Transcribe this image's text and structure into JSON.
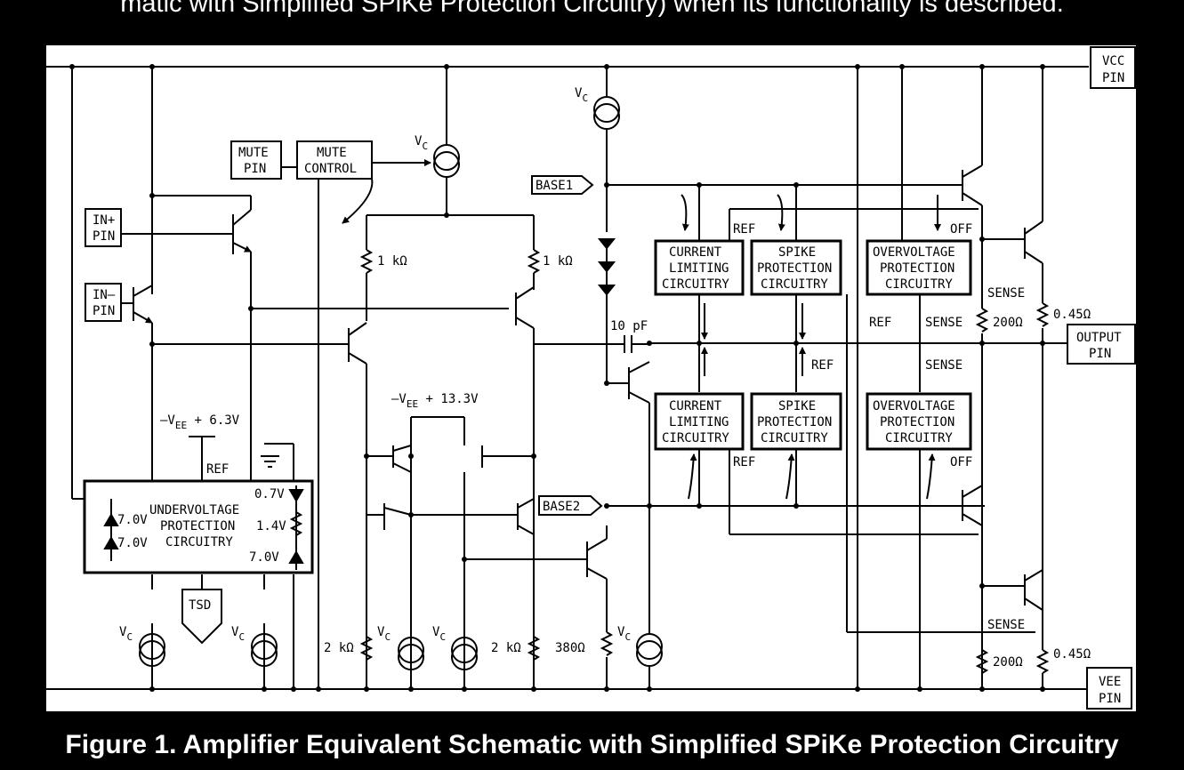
{
  "top_text": "matic with Simplified SPiKe Protection Circuitry) when its functionality is described.",
  "caption": "Figure 1. Amplifier Equivalent Schematic with Simplified SPiKe Protection Circuitry",
  "pins": {
    "vcc": [
      "VCC",
      "PIN"
    ],
    "vee": [
      "VEE",
      "PIN"
    ],
    "output": [
      "OUTPUT",
      "PIN"
    ],
    "in_plus": [
      "IN+",
      "PIN"
    ],
    "in_minus": [
      "IN–",
      "PIN"
    ],
    "mute_pin": [
      "MUTE",
      "PIN"
    ],
    "mute_control": [
      "MUTE",
      "CONTROL"
    ],
    "base1": "BASE1",
    "base2": "BASE2",
    "tsd": "TSD"
  },
  "blocks": {
    "current_limiting": [
      "CURRENT",
      "LIMITING",
      "CIRCUITRY"
    ],
    "spike_protection": [
      "SPIKE",
      "PROTECTION",
      "CIRCUITRY"
    ],
    "overvoltage_protection": [
      "OVERVOLTAGE",
      "PROTECTION",
      "CIRCUITRY"
    ],
    "undervoltage_protection": [
      "UNDERVOLTAGE",
      "PROTECTION",
      "CIRCUITRY"
    ]
  },
  "labels": {
    "vc": "V",
    "vc_sub": "C",
    "ref": "REF",
    "off": "OFF",
    "sense": "SENSE",
    "vee_63_prefix": "–V",
    "vee_63_sub": "EE",
    "vee_63_suffix": " + 6.3V",
    "vee_133_prefix": "–V",
    "vee_133_sub": "EE",
    "vee_133_suffix": " + 13.3V",
    "cap_10pf": "10 pF",
    "r_1k": "1 kΩ",
    "r_2k": "2 kΩ",
    "r_380": "380Ω",
    "r_200": "200Ω",
    "r_045": "0.45Ω",
    "z_70": "7.0V",
    "d_07": "0.7V",
    "d_14": "1.4V"
  }
}
